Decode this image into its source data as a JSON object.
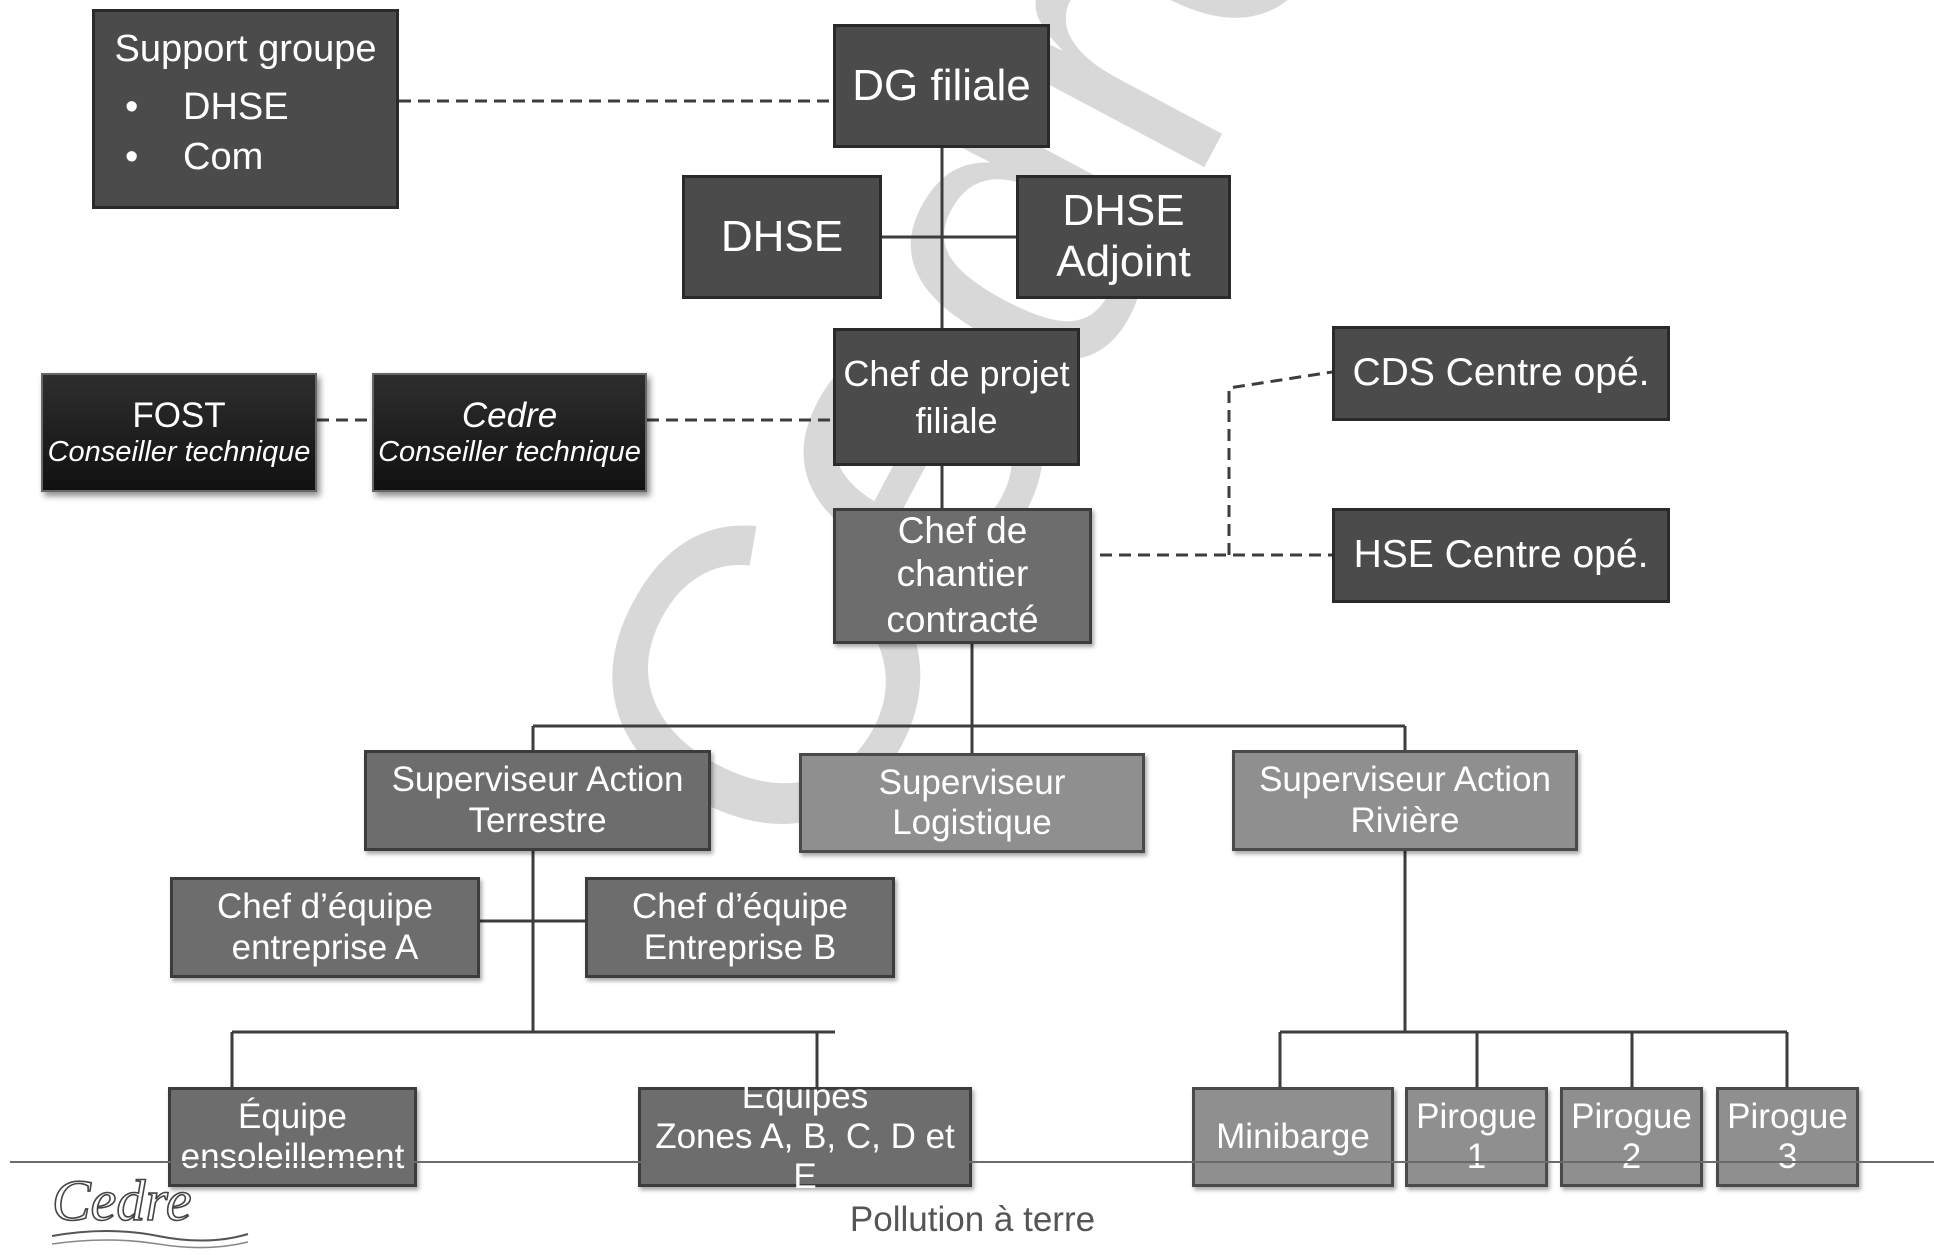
{
  "watermark": "Cedre",
  "support_groupe": {
    "title": "Support groupe",
    "items": [
      "DHSE",
      "Com"
    ]
  },
  "dg_filiale": "DG filiale",
  "dhse": "DHSE",
  "dhse_adjoint": [
    "DHSE",
    "Adjoint"
  ],
  "chef_projet": [
    "Chef de projet",
    "filiale"
  ],
  "fost": {
    "title": "FOST",
    "subtitle": "Conseiller technique"
  },
  "cedre_conseiller": {
    "title": "Cedre",
    "subtitle": "Conseiller technique"
  },
  "cds": "CDS Centre opé.",
  "hse": "HSE Centre opé.",
  "chef_chantier": [
    "Chef de chantier",
    "contracté"
  ],
  "sup_terrestre": [
    "Superviseur Action",
    "Terrestre"
  ],
  "sup_logistique": [
    "Superviseur",
    "Logistique"
  ],
  "sup_riviere": [
    "Superviseur Action",
    "Rivière"
  ],
  "chef_a": [
    "Chef d’équipe",
    "entreprise A"
  ],
  "chef_b": [
    "Chef d’équipe",
    "Entreprise B"
  ],
  "equipe_ensol": [
    "Équipe",
    "ensoleillement"
  ],
  "equipes_zones": [
    "Équipes",
    "Zones A, B, C, D et E"
  ],
  "minibarge": "Minibarge",
  "pirogue1": [
    "Pirogue",
    "1"
  ],
  "pirogue2": [
    "Pirogue",
    "2"
  ],
  "pirogue3": [
    "Pirogue",
    "3"
  ],
  "footer": "Pollution à terre",
  "logo_text": "Cedre"
}
